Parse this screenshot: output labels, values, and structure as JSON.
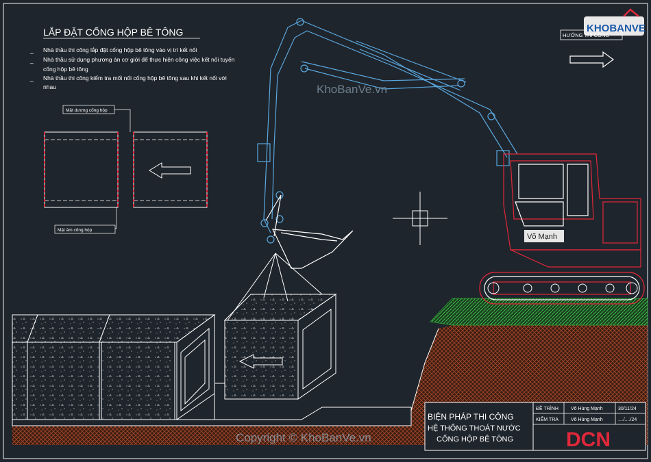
{
  "title": "LẮP ĐẶT CỐNG HỘP BÊ TÔNG",
  "notes": [
    "Nhà thầu thi công lắp đặt cống hộp bê tông vào vị trí kết nối",
    "Nhà thầu sử dụng phương án cơ giới để thực hiện công việc kết nối tuyến",
    "cống hộp bê tông",
    "Nhà thầu thi công kiểm tra mối nối cống hộp bê tông sau khi kết nối với",
    "nhau"
  ],
  "detail": {
    "label_top": "Mặt dương cống hộp",
    "label_bottom": "Mặt âm cống hộp"
  },
  "direction_label": "HƯỚNG THI CÔNG",
  "watermark_center": "KhoBanVe.vn",
  "watermark_bottom": "Copyright © KhoBanVe.vn",
  "logo_text": "KHOBANVE",
  "operator_label": "Võ Mạnh",
  "title_block": {
    "line1": "BIỆN PHÁP THI CÔNG",
    "line2": "HỆ THỐNG THOÁT NƯỚC",
    "line3": "CỐNG HỘP BÊ TÔNG",
    "designed_label": "ĐỀ TRÌNH",
    "designed_name": "Võ Hùng Mạnh",
    "designed_date": "30/11/24",
    "checked_label": "KIỂM TRA",
    "checked_name": "Võ Hùng Mạnh",
    "checked_date": "..../..../24",
    "brand": "DCN"
  },
  "colors": {
    "background": "#1f252c",
    "line": "#ffffff",
    "excavator": "#e0283a",
    "boom": "#5aa8e0",
    "soil": "#8a3a1e",
    "grass": "#2faa3a",
    "brand": "#e0283a"
  }
}
